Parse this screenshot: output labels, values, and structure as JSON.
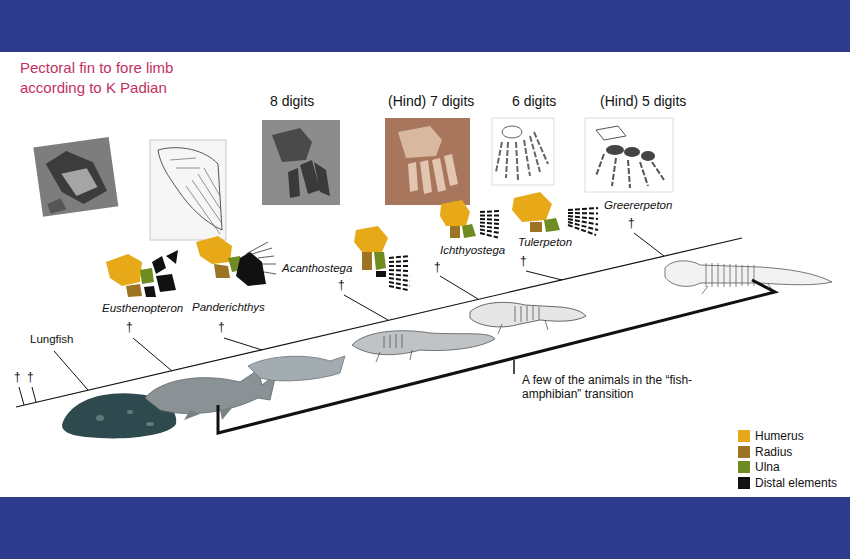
{
  "diagram": {
    "title": "Pectoral fin to fore limb according to K Padian",
    "labels": [
      "8 digits",
      "(Hind) 7 digits",
      "6 digits",
      "(Hind) 5 digits",
      "Lungfish",
      "†",
      "†",
      "Eusthenopteron",
      "†",
      "Panderichthys",
      "†",
      "Acanthostega",
      "†",
      "Ichthyostega",
      "†",
      "Tulerpeton",
      "†",
      "Greererpeton",
      "†",
      "A few of the animals in the “fish-amphibian” transition"
    ],
    "legend": [
      {
        "text": "Humerus",
        "color": "#e8a919"
      },
      {
        "text": "Radius",
        "color": "#9c7424"
      },
      {
        "text": "Ulna",
        "color": "#6f8c22"
      },
      {
        "text": "Distal elements",
        "color": "#111111"
      }
    ]
  }
}
